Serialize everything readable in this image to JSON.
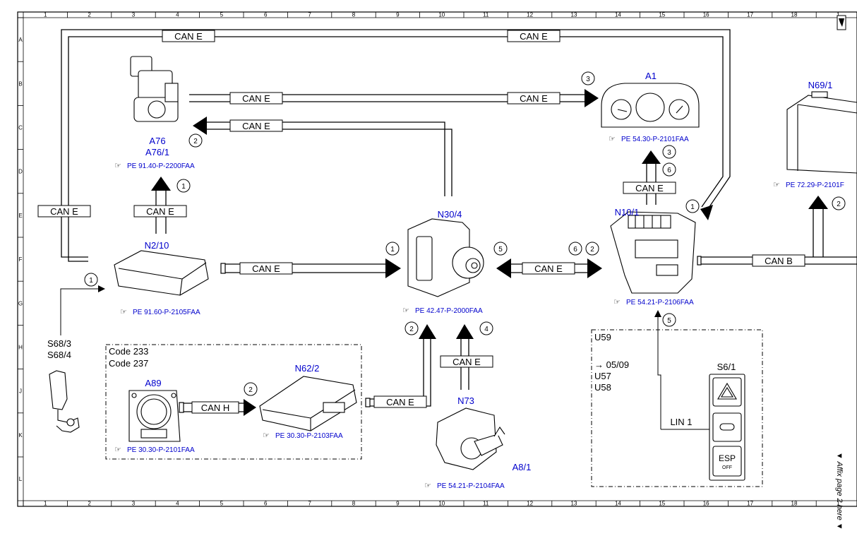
{
  "grid": {
    "columns": [
      "1",
      "2",
      "3",
      "4",
      "5",
      "6",
      "7",
      "8",
      "9",
      "10",
      "11",
      "12",
      "13",
      "14",
      "15",
      "16",
      "17",
      "18",
      "1"
    ],
    "rows": [
      "A",
      "B",
      "C",
      "D",
      "E",
      "F",
      "G",
      "H",
      "J",
      "K",
      "L"
    ]
  },
  "colors": {
    "link": "#0000cc",
    "line": "#000000",
    "bus_fill": "#ffffff"
  },
  "buses": {
    "can_e": "CAN E",
    "can_b": "CAN B",
    "can_h": "CAN H",
    "lin": "LIN 1"
  },
  "components": {
    "a76": {
      "name1": "A76",
      "name2": "A76/1",
      "ref": "PE 91.40-P-2200FAA"
    },
    "a1": {
      "name": "A1",
      "ref": "PE 54.30-P-2101FAA"
    },
    "n69": {
      "name": "N69/1",
      "ref": "PE 72.29-P-2101F"
    },
    "n2": {
      "name": "N2/10",
      "ref": "PE 91.60-P-2105FAA"
    },
    "n30": {
      "name": "N30/4",
      "ref": "PE 42.47-P-2000FAA"
    },
    "n10": {
      "name": "N10/1",
      "ref": "PE 54.21-P-2106FAA"
    },
    "s68": {
      "name1": "S68/3",
      "name2": "S68/4"
    },
    "code_box": {
      "line1": "Code 233",
      "line2": "Code 237"
    },
    "a89": {
      "name": "A89",
      "ref": "PE 30.30-P-2101FAA"
    },
    "n62": {
      "name": "N62/2",
      "ref": "PE 30.30-P-2103FAA"
    },
    "n73": {
      "name": "N73"
    },
    "a8": {
      "name": "A8/1",
      "ref": "PE 54.21-P-2104FAA"
    },
    "u_box": {
      "u59": "U59",
      "arrow_date": "→ 05/09",
      "u57": "U57",
      "u58": "U58"
    },
    "s6": {
      "name": "S6/1",
      "esp": "ESP",
      "esp_off": "OFF"
    }
  },
  "step_numbers": {
    "a1_in": "3",
    "a76_out": "2",
    "a1_up_a": "3",
    "a1_up_b": "6",
    "a76_up": "1",
    "n10_in": "1",
    "n69_up": "2",
    "n30_left": "1",
    "n30_right": "5",
    "n10_left_a": "6",
    "n10_left_b": "2",
    "n2_in": "1",
    "n30_up_a": "2",
    "n30_up_b": "4",
    "n62_in": "2",
    "n10_down": "5"
  },
  "side_note": "▼ Affix page 2 here ▼"
}
